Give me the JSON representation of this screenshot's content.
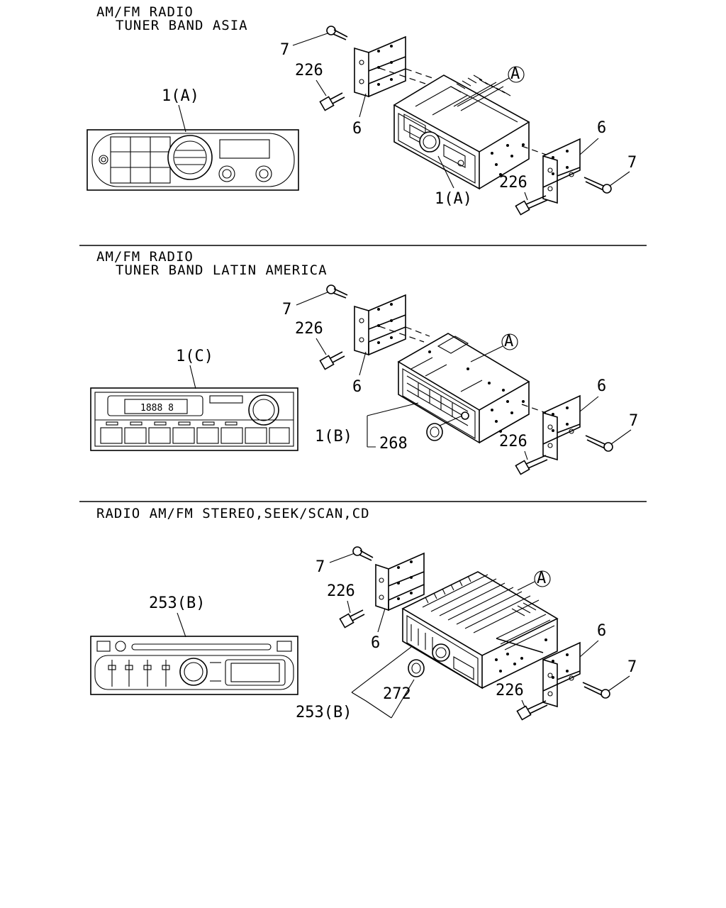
{
  "sections": [
    {
      "title_line1": "AM/FM RADIO",
      "title_line2": "TUNER BAND ASIA",
      "front_label": "1(A)",
      "callouts": {
        "screw_top": "7",
        "bolt_top": "226",
        "bracket_left": "6",
        "unit": "1(A)",
        "circle": "A",
        "bracket_right": "6",
        "bolt_bottom": "226",
        "screw_right": "7"
      }
    },
    {
      "title_line1": "AM/FM RADIO",
      "title_line2": "TUNER BAND LATIN AMERICA",
      "front_label": "1(C)",
      "display_text": "1888 8",
      "callouts": {
        "screw_top": "7",
        "bolt_top": "226",
        "bracket_left": "6",
        "unit": "1(B)",
        "knob": "268",
        "circle": "A",
        "bracket_right": "6",
        "bolt_bottom": "226",
        "screw_right": "7"
      }
    },
    {
      "title_line1": "RADIO AM/FM STEREO,SEEK/SCAN,CD",
      "front_label": "253(B)",
      "callouts": {
        "screw_top": "7",
        "bolt_top": "226",
        "bracket_left": "6",
        "unit": "253(B)",
        "knob": "272",
        "circle": "A",
        "bracket_right": "6",
        "bolt_bottom": "226",
        "screw_right": "7"
      }
    }
  ]
}
